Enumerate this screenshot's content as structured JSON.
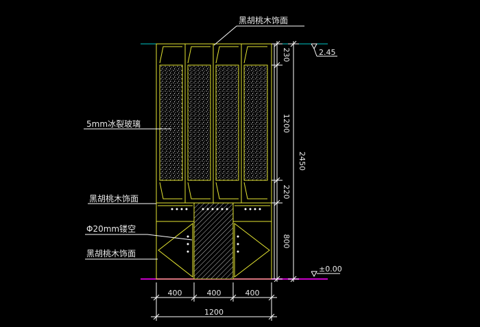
{
  "labels": {
    "top_material": "黑胡桃木饰面",
    "glass": "5mm冰裂玻璃",
    "mid_material": "黑胡桃木饰面",
    "hollow": "Φ20mm镂空",
    "lower_material": "黑胡桃木饰面"
  },
  "elevations": {
    "top": "2.45",
    "bottom": "±0.00"
  },
  "dimensions": {
    "vertical": {
      "top_band": "230",
      "glass": "1200",
      "bottom_band": "220",
      "cabinet": "800",
      "total": "2450"
    },
    "horizontal": {
      "left": "400",
      "middle": "400",
      "right": "400",
      "total": "1200"
    }
  },
  "colors": {
    "background": "#000000",
    "outline": "#e6e632",
    "dimension": "#ffffff",
    "leader": "#ffffff",
    "top_line": "#00c8c8",
    "floor_line": "#c800c8",
    "hatch": "#c8c8c8"
  }
}
